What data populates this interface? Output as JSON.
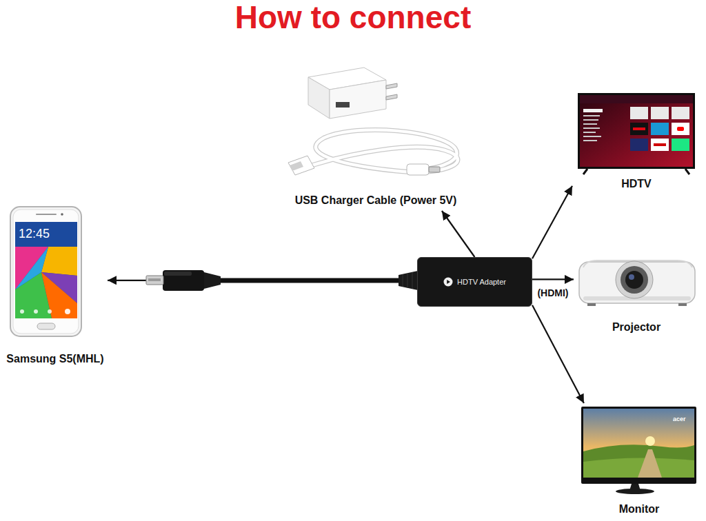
{
  "diagram": {
    "title": "How to connect",
    "nodes": [
      {
        "text": [
          "Samsung S5(MHL)"
        ]
      },
      {
        "text": [
          "USB Charger Cable (Power 5V)"
        ]
      },
      {
        "text": [
          "HDTV Adapter"
        ]
      },
      {
        "text": [
          "HDTV"
        ]
      },
      {
        "text": [
          "Projector"
        ]
      },
      {
        "text": [
          "Monitor"
        ]
      }
    ],
    "edges": [
      {
        "from": 2,
        "to": 0,
        "arrow": "to"
      },
      {
        "from": 2,
        "to": 1,
        "arrow": "to"
      },
      {
        "from": 2,
        "to": 3,
        "arrow": "to"
      },
      {
        "from": 2,
        "to": 4,
        "arrow": "to",
        "label": "(HDMI)"
      },
      {
        "from": 2,
        "to": 5,
        "arrow": "to"
      }
    ],
    "labels": [
      "12:45",
      "acer"
    ]
  }
}
